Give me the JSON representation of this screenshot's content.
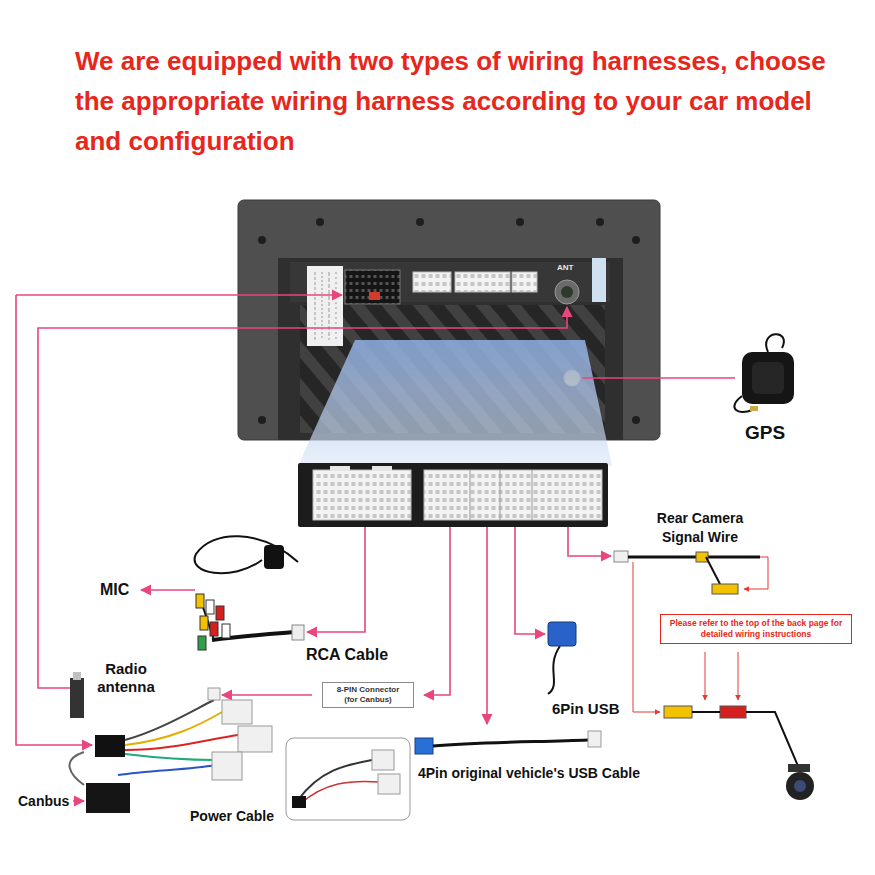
{
  "diagram": {
    "title": "We are equipped with two types of wiring harnesses, choose the appropriate wiring harness according to your car model and configuration",
    "nodes": [
      {
        "text": [
          "8-PIN Connector (for Canbus)"
        ]
      },
      {
        "text": [
          "Please refer to the top of the back page for detailed wiring instructions"
        ]
      }
    ],
    "labels": [
      "ANT",
      "GPS",
      "Rear Camera Signal Wire",
      "MIC",
      "RCA Cable",
      "Radio antenna",
      "6Pin USB",
      "4Pin original vehicle's USB Cable",
      "Canbus",
      "Power Cable"
    ]
  }
}
